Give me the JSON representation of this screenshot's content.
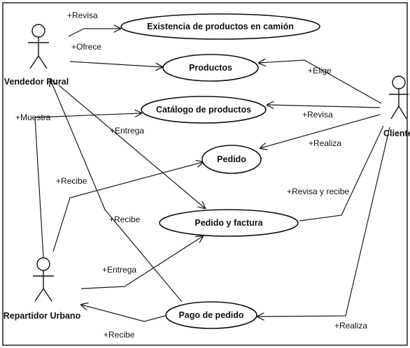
{
  "actors": {
    "vendedor": "Vendedor Rural",
    "repartidor": "Repartidor Urbano",
    "cliente": "Cliente"
  },
  "use_cases": {
    "existencia": "Existencia de productos en camión",
    "productos": "Productos",
    "catalogo": "Catálogo de productos",
    "pedido": "Pedido",
    "pedido_factura": "Pedido y factura",
    "pago": "Pago de pedido"
  },
  "relations": {
    "revisa_existencia": "+Revisa",
    "ofrece": "+Ofrece",
    "elige": "+Elige",
    "muestra": "+Muestra",
    "revisa_catalogo": "+Revisa",
    "realiza_pedido": "+Realiza",
    "entrega_vendedor": "+Entrega",
    "recibe_pedido": "+Recibe",
    "revisa_recibe": "+Revisa y recibe",
    "recibe_factura": "+Recibe",
    "entrega_repartidor": "+Entrega",
    "recibe_pago": "+Recibe",
    "realiza_pago": "+Realiza"
  }
}
